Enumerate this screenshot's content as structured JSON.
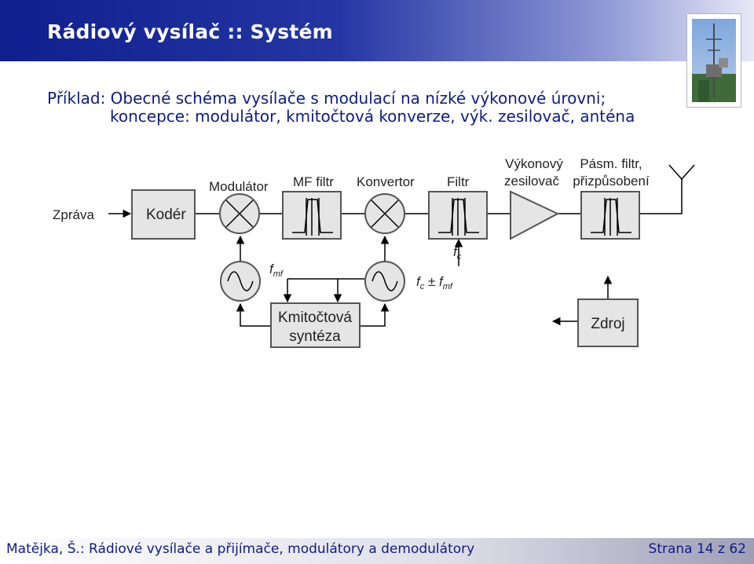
{
  "header": {
    "title": "Rádiový vysílač :: Systém"
  },
  "intro": {
    "line1": "Příklad: Obecné schéma vysílače s modulací na nízké výkonové úrovni;",
    "line2": "koncepce: modulátor, kmitočtová konverze, výk. zesilovač, anténa"
  },
  "diagram": {
    "input_label": "Zpráva",
    "coder": "Kodér",
    "modulator": "Modulátor",
    "if_filter": "MF filtr",
    "converter": "Konvertor",
    "filter": "Filtr",
    "amplifier_line1": "Výkonový",
    "amplifier_line2": "zesilovač",
    "band_filter_line1": "Pásm. filtr,",
    "band_filter_line2": "přizpůsobení",
    "synth_line1": "Kmitočtová",
    "synth_line2": "syntéza",
    "power_supply": "Zdroj",
    "f_mf_base": "f",
    "f_mf_sub": "mf",
    "f_c_base": "f",
    "f_c_sub": "c",
    "f_sum_base1": "f",
    "f_sum_sub1": "c",
    "f_sum_mid": " ± ",
    "f_sum_base2": "f",
    "f_sum_sub2": "mf"
  },
  "footer": {
    "left": "Matějka, Š.: Rádiové vysílače a přijímače, modulátory a demodulátory",
    "right": "Strana 14 z 62"
  }
}
